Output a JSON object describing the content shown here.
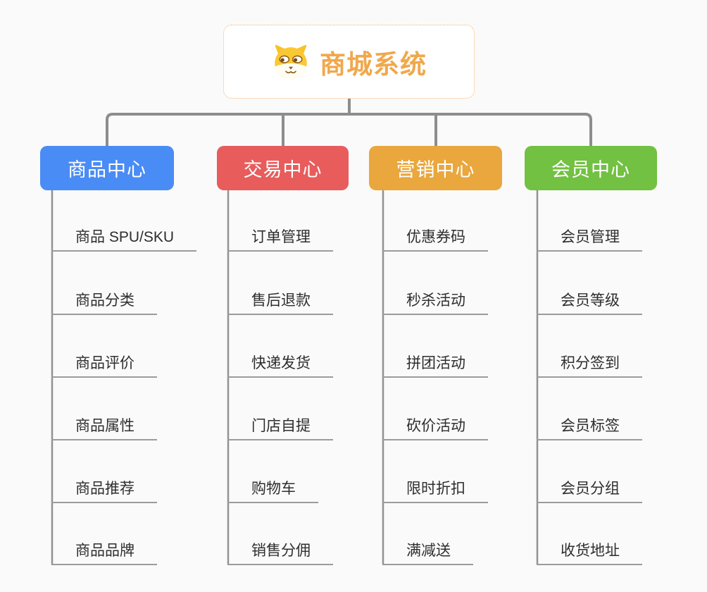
{
  "root": {
    "title": "商城系统",
    "icon": "dog-face-icon"
  },
  "branches": [
    {
      "label": "商品中心",
      "color": "#4A8CF5",
      "items": [
        "商品 SPU/SKU",
        "商品分类",
        "商品评价",
        "商品属性",
        "商品推荐",
        "商品品牌"
      ]
    },
    {
      "label": "交易中心",
      "color": "#E85C5C",
      "items": [
        "订单管理",
        "售后退款",
        "快递发货",
        "门店自提",
        "购物车",
        "销售分佣"
      ]
    },
    {
      "label": "营销中心",
      "color": "#E9A73D",
      "items": [
        "优惠券码",
        "秒杀活动",
        "拼团活动",
        "砍价活动",
        "限时折扣",
        "满减送"
      ]
    },
    {
      "label": "会员中心",
      "color": "#72C142",
      "items": [
        "会员管理",
        "会员等级",
        "积分签到",
        "会员标签",
        "会员分组",
        "收货地址"
      ]
    }
  ],
  "colors": {
    "background": "#FAFAFA",
    "connector": "#8D8D8D",
    "topic_underline": "#9B9B9B",
    "topic_text": "#2E2E2E",
    "root_text": "#F0A84C",
    "root_border": "#F4B670"
  }
}
